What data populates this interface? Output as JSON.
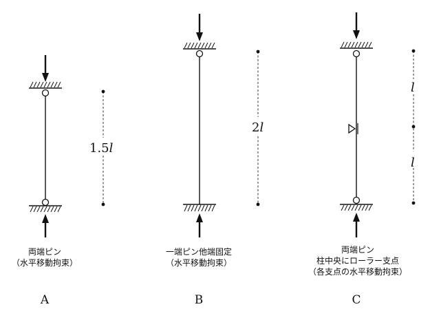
{
  "columns": [
    {
      "id": "A",
      "letter": "A",
      "length_label": {
        "coef": "1.5",
        "sym": "l"
      },
      "caption": [
        "両端ピン",
        "（水平移動拘束）"
      ]
    },
    {
      "id": "B",
      "letter": "B",
      "length_label": {
        "coef": "2",
        "sym": "l"
      },
      "caption": [
        "一端ピン他端固定",
        "（水平移動拘束）"
      ]
    },
    {
      "id": "C",
      "letter": "C",
      "length_labels": [
        {
          "coef": "",
          "sym": "l"
        },
        {
          "coef": "",
          "sym": "l"
        }
      ],
      "mid_support_symbol": "⊲|",
      "caption": [
        "両端ピン",
        "柱中央にローラー支点",
        "（各支点の水平移動拘束）"
      ]
    }
  ]
}
